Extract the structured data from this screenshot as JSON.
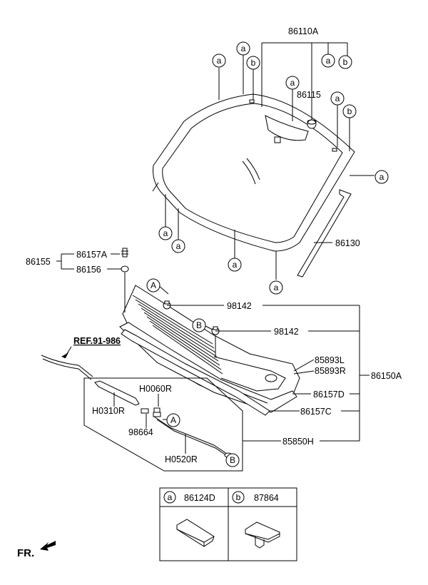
{
  "parts": {
    "p86110A": "86110A",
    "p86115": "86115",
    "p86130": "86130",
    "p86155": "86155",
    "p86157A": "86157A",
    "p86156": "86156",
    "p98142a": "98142",
    "p98142b": "98142",
    "p85893L": "85893L",
    "p85893R": "85893R",
    "p86150A": "86150A",
    "p86157D": "86157D",
    "p86157C": "86157C",
    "p85850H": "85850H",
    "pH0060R": "H0060R",
    "pH0310R": "H0310R",
    "p98664": "98664",
    "pH0520R": "H0520R"
  },
  "reference": "REF.91-986",
  "front_label": "FR.",
  "callouts": {
    "a": "a",
    "b": "b",
    "A": "A",
    "B": "B"
  },
  "legend": {
    "a_code": "86124D",
    "b_code": "87864"
  }
}
